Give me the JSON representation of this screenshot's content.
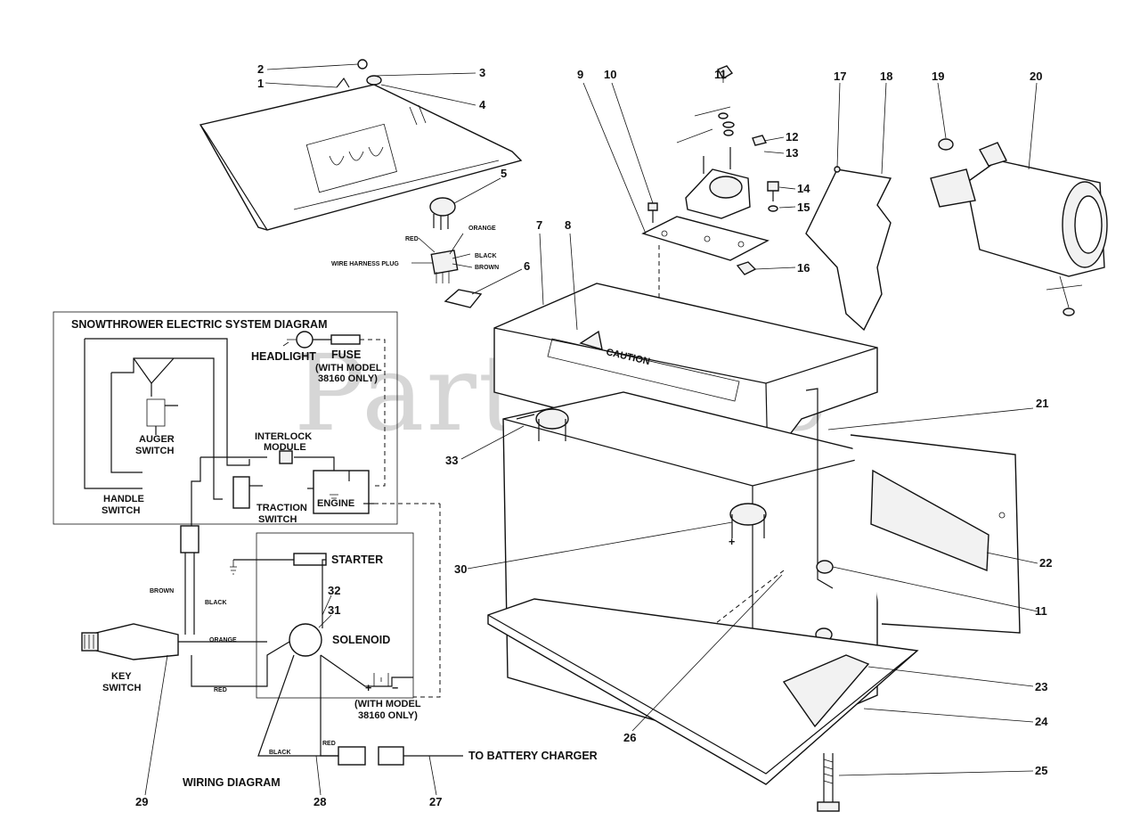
{
  "watermark": "PartsTree",
  "callouts": [
    "1",
    "2",
    "3",
    "4",
    "5",
    "6",
    "7",
    "8",
    "9",
    "10",
    "11",
    "12",
    "13",
    "14",
    "15",
    "16",
    "17",
    "18",
    "19",
    "20",
    "21",
    "22",
    "23",
    "24",
    "25",
    "26",
    "27",
    "28",
    "29",
    "30",
    "31",
    "32",
    "33",
    "11"
  ],
  "plug_labels": {
    "orange": "ORANGE",
    "red": "RED",
    "black": "BLACK",
    "brown": "BROWN",
    "wire_harness_plug": "WIRE HARNESS PLUG"
  },
  "caution_label": "CAUTION",
  "electric_system_diagram": {
    "title": "SNOWTHROWER ELECTRIC SYSTEM DIAGRAM",
    "headlight": "HEADLIGHT",
    "fuse": "FUSE",
    "fuse_note_1": "(WITH MODEL",
    "fuse_note_2": "38160 ONLY)",
    "auger_switch_1": "AUGER",
    "auger_switch_2": "SWITCH",
    "interlock_1": "INTERLOCK",
    "interlock_2": "MODULE",
    "handle_switch_1": "HANDLE",
    "handle_switch_2": "SWITCH",
    "traction_switch_1": "TRACTION",
    "traction_switch_2": "SWITCH",
    "engine": "ENGINE"
  },
  "wiring_diagram": {
    "title": "WIRING DIAGRAM",
    "starter": "STARTER",
    "solenoid": "SOLENOID",
    "key_switch_1": "KEY",
    "key_switch_2": "SWITCH",
    "brown": "BROWN",
    "black": "BLACK",
    "orange": "ORANGE",
    "red": "RED",
    "black_bottom": "BLACK",
    "red_bottom": "RED",
    "model_note_1": "(WITH MODEL",
    "model_note_2": "38160 ONLY)",
    "to_battery_charger": "TO BATTERY CHARGER",
    "plus": "+",
    "minus": "−"
  }
}
